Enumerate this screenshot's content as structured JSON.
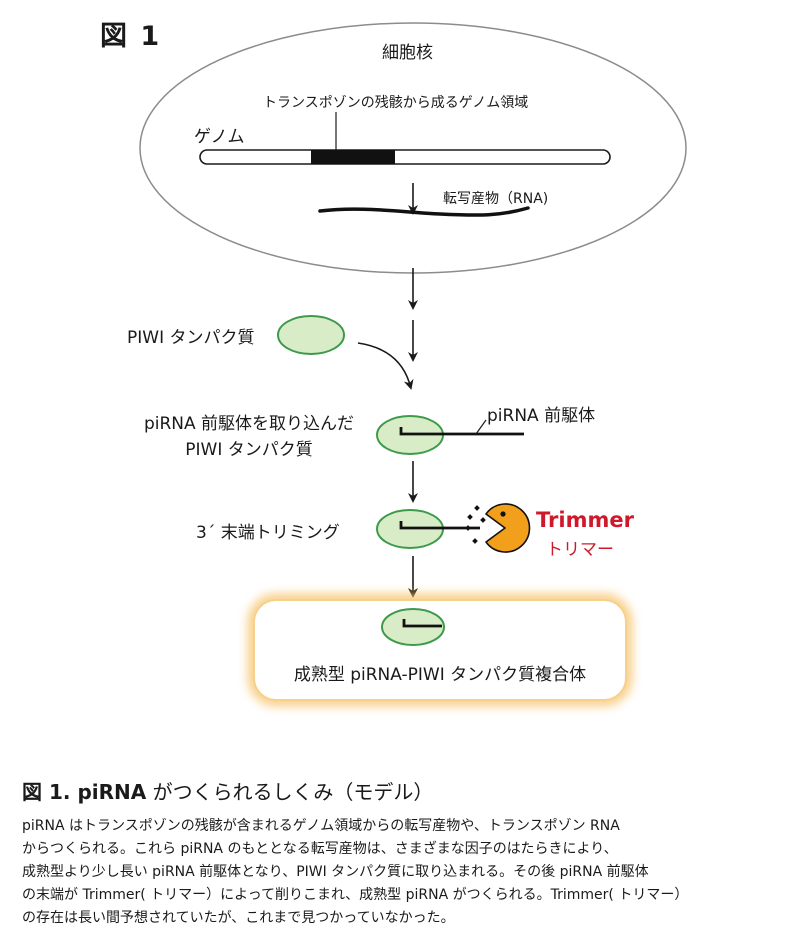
{
  "figure": {
    "label": "図 1"
  },
  "nucleus": {
    "label": "細胞核",
    "genome_label": "ゲノム",
    "transposon_region_label": "トランスポゾンの残骸から成るゲノム領域",
    "transcript_label": "転写産物（RNA)"
  },
  "pathway": {
    "piwi_protein_label": "PIWI タンパク質",
    "loaded_label_line1": "piRNA 前駆体を取り込んだ",
    "loaded_label_line2": "PIWI タンパク質",
    "precursor_label": "piRNA 前駆体",
    "trimming_label": "3´ 末端トリミング",
    "trimmer_label": "Trimmer",
    "trimmer_jp_label": "トリマー",
    "mature_label": "成熟型 piRNA-PIWI タンパク質複合体"
  },
  "colors": {
    "protein_fill": "#d9ecc8",
    "protein_stroke": "#3d9a4a",
    "trimmer_fill": "#f2a01c",
    "trimmer_text": "#d0182c",
    "glow": "#f6c36a"
  },
  "caption": {
    "title_bold": "図 1. piRNA",
    "title_rest": " がつくられるしくみ（モデル）",
    "lines": [
      "piRNA はトランスポゾンの残骸が含まれるゲノム領域からの転写産物や、トランスポゾン RNA",
      "からつくられる。これら piRNA のもととなる転写産物は、さまざまな因子のはたらきにより、",
      "成熟型より少し長い piRNA 前駆体となり、PIWI タンパク質に取り込まれる。その後 piRNA 前駆体",
      "の末端が Trimmer( トリマー）によって削りこまれ、成熟型 piRNA がつくられる。Trimmer( トリマー）",
      "の存在は長い間予想されていたが、これまで見つかっていなかった。"
    ]
  }
}
